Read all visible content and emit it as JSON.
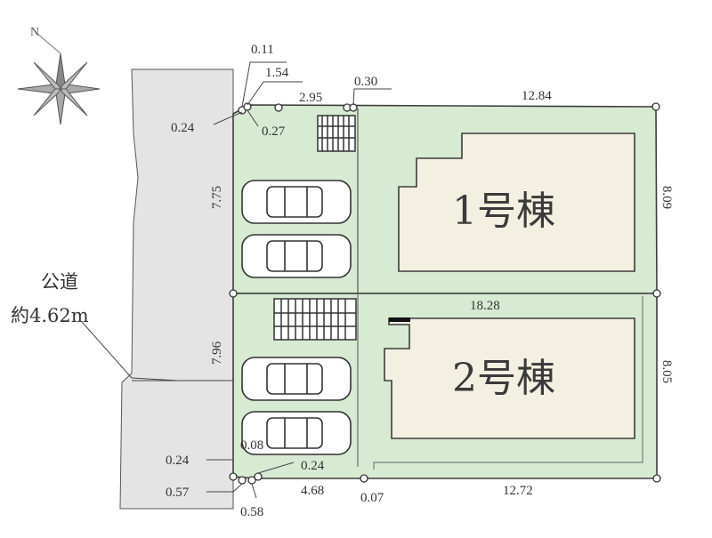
{
  "compass": {
    "label": "N",
    "icon": "north-arrow-compass-icon"
  },
  "road": {
    "label": "公道",
    "width": "約4.62m"
  },
  "buildings": [
    {
      "label": "1号棟"
    },
    {
      "label": "2号棟"
    }
  ],
  "dimensions": {
    "top_0_11": "0.11",
    "top_1_54": "1.54",
    "top_2_95": "2.95",
    "top_0_30": "0.30",
    "top_0_24": "0.24",
    "top_0_27": "0.27",
    "top_12_84": "12.84",
    "left_7_75": "7.75",
    "right_8_09": "8.09",
    "mid_18_28": "18.28",
    "left_7_96": "7.96",
    "right_8_05": "8.05",
    "bot_0_24a": "0.24",
    "bot_0_08": "0.08",
    "bot_0_24b": "0.24",
    "bot_0_57": "0.57",
    "bot_0_58": "0.58",
    "bot_4_68": "4.68",
    "bot_0_07": "0.07",
    "bot_12_72": "12.72"
  },
  "colors": {
    "lot_green": "#d7ead2",
    "building_fill": "#f3f0e2",
    "road_gray": "#e4e4e4",
    "line": "#3d3d3d"
  }
}
